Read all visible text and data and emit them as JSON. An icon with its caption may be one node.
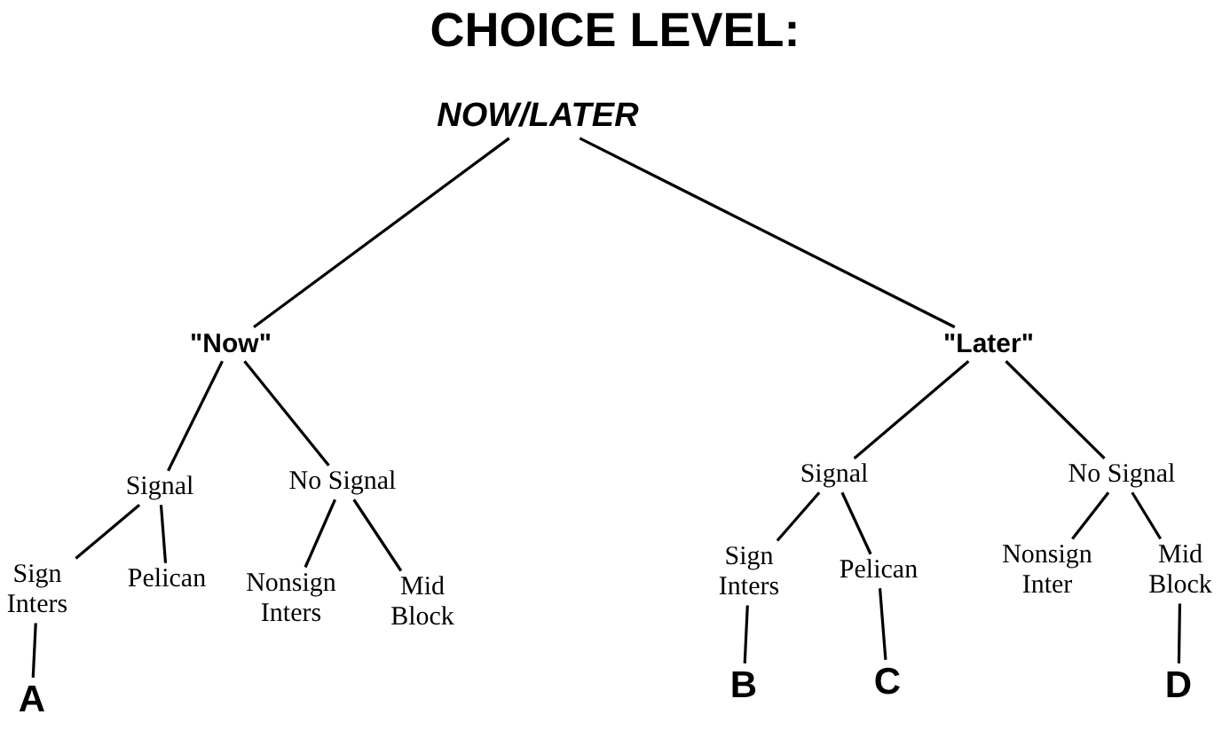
{
  "diagram": {
    "title": "CHOICE LEVEL:",
    "nodes": [
      {
        "text": [
          "NOW/LATER"
        ]
      },
      {
        "text": [
          "\"Now\""
        ]
      },
      {
        "text": [
          "\"Later\""
        ]
      },
      {
        "text": [
          "Signal"
        ]
      },
      {
        "text": [
          "No Signal"
        ]
      },
      {
        "text": [
          "Sign Inters"
        ]
      },
      {
        "text": [
          "Pelican"
        ]
      },
      {
        "text": [
          "Nonsign Inters"
        ]
      },
      {
        "text": [
          "Mid Block"
        ]
      },
      {
        "text": [
          "Signal"
        ]
      },
      {
        "text": [
          "No Signal"
        ]
      },
      {
        "text": [
          "Sign Inters"
        ]
      },
      {
        "text": [
          "Pelican"
        ]
      },
      {
        "text": [
          "Nonsign Inter"
        ]
      },
      {
        "text": [
          "Mid Block"
        ]
      },
      {
        "text": [
          "A"
        ]
      },
      {
        "text": [
          "B"
        ]
      },
      {
        "text": [
          "C"
        ]
      },
      {
        "text": [
          "D"
        ]
      }
    ],
    "edges": [
      {
        "from": 0,
        "to": 1,
        "arrow": "none"
      },
      {
        "from": 0,
        "to": 2,
        "arrow": "none"
      },
      {
        "from": 1,
        "to": 3,
        "arrow": "none"
      },
      {
        "from": 1,
        "to": 4,
        "arrow": "none"
      },
      {
        "from": 3,
        "to": 5,
        "arrow": "none"
      },
      {
        "from": 3,
        "to": 6,
        "arrow": "none"
      },
      {
        "from": 4,
        "to": 7,
        "arrow": "none"
      },
      {
        "from": 4,
        "to": 8,
        "arrow": "none"
      },
      {
        "from": 2,
        "to": 9,
        "arrow": "none"
      },
      {
        "from": 2,
        "to": 10,
        "arrow": "none"
      },
      {
        "from": 9,
        "to": 11,
        "arrow": "none"
      },
      {
        "from": 9,
        "to": 12,
        "arrow": "none"
      },
      {
        "from": 10,
        "to": 13,
        "arrow": "none"
      },
      {
        "from": 10,
        "to": 14,
        "arrow": "none"
      },
      {
        "from": 5,
        "to": 15,
        "arrow": "none"
      },
      {
        "from": 11,
        "to": 16,
        "arrow": "none"
      },
      {
        "from": 12,
        "to": 17,
        "arrow": "none"
      },
      {
        "from": 14,
        "to": 18,
        "arrow": "none"
      }
    ]
  }
}
